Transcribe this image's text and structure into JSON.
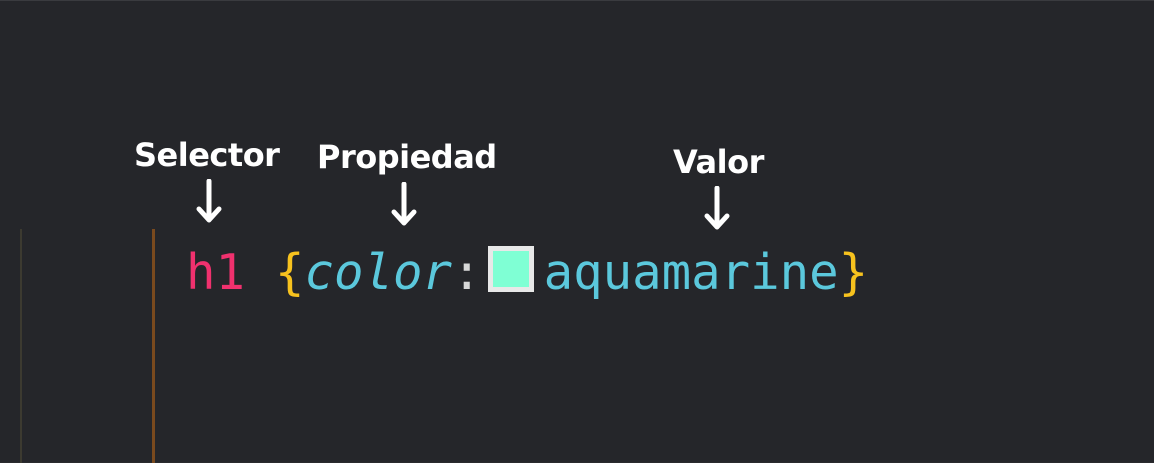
{
  "annotations": {
    "selector": "Selector",
    "property": "Propiedad",
    "value": "Valor"
  },
  "code": {
    "selector": "h1",
    "open_brace": "{",
    "property": "color",
    "colon": ":",
    "value": "aquamarine",
    "close_brace": "}"
  },
  "colors": {
    "background": "#25262a",
    "selector": "#f0316e",
    "brace": "#f7c21e",
    "property": "#5bc8dc",
    "value": "#5bc8dc",
    "swatch": "#7fffd4"
  },
  "icons": {
    "arrow": "arrow-down-icon"
  }
}
